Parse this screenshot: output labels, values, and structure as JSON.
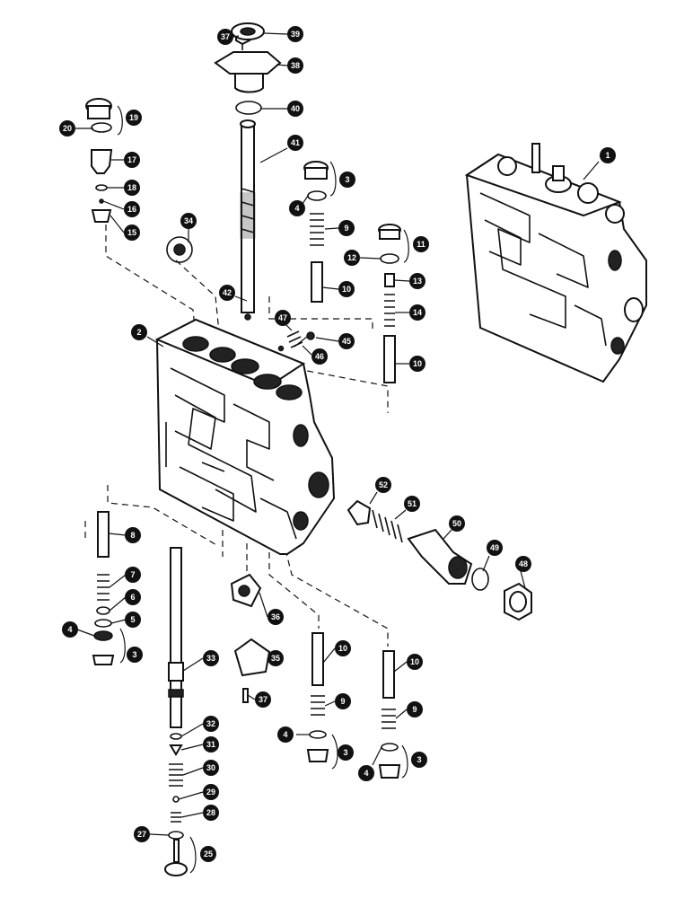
{
  "diagram": {
    "callouts": [
      {
        "id": "c1",
        "label": "1"
      },
      {
        "id": "c2",
        "label": "2"
      },
      {
        "id": "c3a",
        "label": "3"
      },
      {
        "id": "c3b",
        "label": "3"
      },
      {
        "id": "c3c",
        "label": "3"
      },
      {
        "id": "c3d",
        "label": "3"
      },
      {
        "id": "c4a",
        "label": "4"
      },
      {
        "id": "c4b",
        "label": "4"
      },
      {
        "id": "c4c",
        "label": "4"
      },
      {
        "id": "c4d",
        "label": "4"
      },
      {
        "id": "c5",
        "label": "5"
      },
      {
        "id": "c6",
        "label": "6"
      },
      {
        "id": "c7",
        "label": "7"
      },
      {
        "id": "c8",
        "label": "8"
      },
      {
        "id": "c9a",
        "label": "9"
      },
      {
        "id": "c9b",
        "label": "9"
      },
      {
        "id": "c9c",
        "label": "9"
      },
      {
        "id": "c10a",
        "label": "10"
      },
      {
        "id": "c10b",
        "label": "10"
      },
      {
        "id": "c10c",
        "label": "10"
      },
      {
        "id": "c10d",
        "label": "10"
      },
      {
        "id": "c11",
        "label": "11"
      },
      {
        "id": "c12",
        "label": "12"
      },
      {
        "id": "c13",
        "label": "13"
      },
      {
        "id": "c14",
        "label": "14"
      },
      {
        "id": "c15",
        "label": "15"
      },
      {
        "id": "c16",
        "label": "16"
      },
      {
        "id": "c17",
        "label": "17"
      },
      {
        "id": "c18",
        "label": "18"
      },
      {
        "id": "c19",
        "label": "19"
      },
      {
        "id": "c20",
        "label": "20"
      },
      {
        "id": "c25",
        "label": "25"
      },
      {
        "id": "c27",
        "label": "27"
      },
      {
        "id": "c28",
        "label": "28"
      },
      {
        "id": "c29",
        "label": "29"
      },
      {
        "id": "c30",
        "label": "30"
      },
      {
        "id": "c31",
        "label": "31"
      },
      {
        "id": "c32",
        "label": "32"
      },
      {
        "id": "c33",
        "label": "33"
      },
      {
        "id": "c34",
        "label": "34"
      },
      {
        "id": "c35",
        "label": "35"
      },
      {
        "id": "c36",
        "label": "36"
      },
      {
        "id": "c37a",
        "label": "37"
      },
      {
        "id": "c37b",
        "label": "37"
      },
      {
        "id": "c38",
        "label": "38"
      },
      {
        "id": "c39",
        "label": "39"
      },
      {
        "id": "c40",
        "label": "40"
      },
      {
        "id": "c41",
        "label": "41"
      },
      {
        "id": "c42",
        "label": "42"
      },
      {
        "id": "c45",
        "label": "45"
      },
      {
        "id": "c46",
        "label": "46"
      },
      {
        "id": "c47",
        "label": "47"
      },
      {
        "id": "c48",
        "label": "48"
      },
      {
        "id": "c49",
        "label": "49"
      },
      {
        "id": "c50",
        "label": "50"
      },
      {
        "id": "c51",
        "label": "51"
      },
      {
        "id": "c52",
        "label": "52"
      }
    ]
  }
}
